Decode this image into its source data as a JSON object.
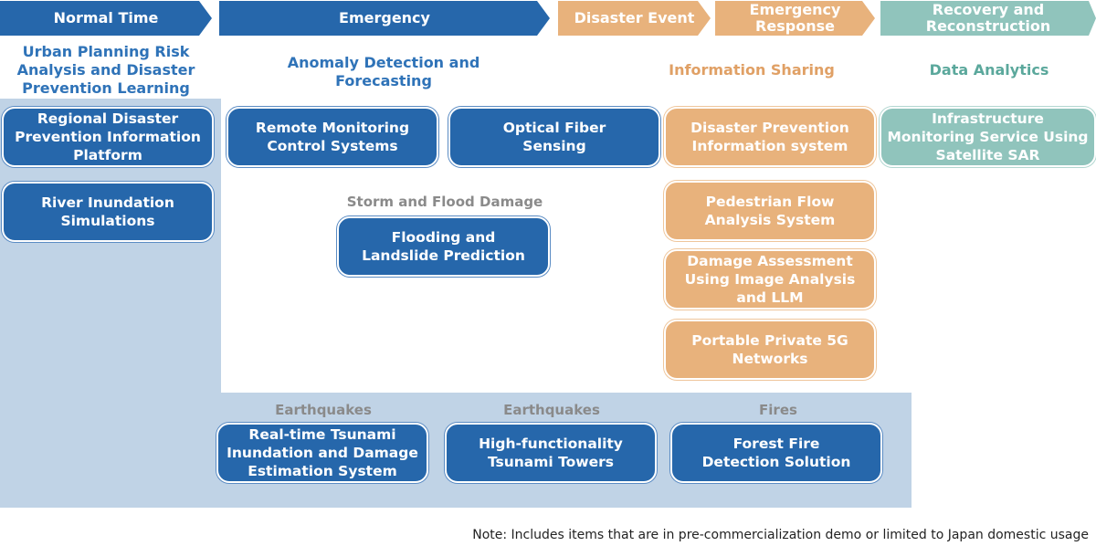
{
  "phases": [
    {
      "label": "Normal Time"
    },
    {
      "label": "Emergency"
    },
    {
      "label": "Disaster Event"
    },
    {
      "label": "Emergency Response"
    },
    {
      "label": "Recovery and Reconstruction"
    }
  ],
  "headings": {
    "normal": "Urban Planning Risk Analysis and Disaster Prevention Learning",
    "anomaly": "Anomaly Detection and Forecasting",
    "info_sharing": "Information Sharing",
    "data_analytics": "Data Analytics"
  },
  "sublabels": {
    "storm": "Storm and Flood Damage",
    "earthquakes_1": "Earthquakes",
    "earthquakes_2": "Earthquakes",
    "fires": "Fires"
  },
  "boxes": {
    "regional_platform": "Regional Disaster Prevention Information Platform",
    "river_inundation": "River Inundation Simulations",
    "remote_monitoring": "Remote Monitoring Control Systems",
    "optical_fiber": "Optical Fiber Sensing",
    "flooding_landslide": "Flooding and Landslide Prediction",
    "disaster_info_system": "Disaster Prevention Information system",
    "pedestrian_flow": "Pedestrian Flow Analysis System",
    "damage_assessment": "Damage Assessment Using Image Analysis and LLM",
    "portable_5g": "Portable Private 5G Networks",
    "infra_sar": "Infrastructure Monitoring Service Using Satellite SAR",
    "tsunami_estimation": "Real-time Tsunami Inundation and Damage Estimation System",
    "tsunami_towers": "High-functionality Tsunami Towers",
    "forest_fire": "Forest Fire Detection Solution"
  },
  "note": "Note: Includes items that are in pre-commercialization demo or limited to Japan domestic usage",
  "colors": {
    "blue": "#2667ab",
    "orange": "#e8b27c",
    "teal": "#90c4bc",
    "panel": "#c0d3e6"
  }
}
